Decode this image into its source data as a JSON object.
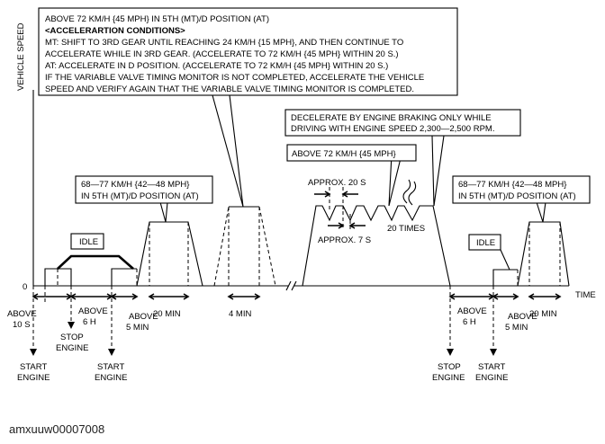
{
  "axis": {
    "y_label": "VEHICLE SPEED",
    "x_label": "TIME",
    "origin": "0"
  },
  "top_box": {
    "line1": "ABOVE 72 KM/H {45 MPH} IN 5TH (MT)/D POSITION (AT)",
    "heading": "<ACCELERARTION CONDITIONS>",
    "line2": "MT: SHIFT TO 3RD GEAR UNTIL REACHING 24 KM/H {15 MPH}, AND THEN CONTINUE TO",
    "line3": "ACCELERATE WHILE IN 3RD GEAR. (ACCELERATE TO 72 KM/H {45 MPH} WITHIN 20 S.)",
    "line4": "AT: ACCELERATE IN D POSITION. (ACCELERATE TO 72 KM/H {45 MPH} WITHIN 20 S.)",
    "line5": "IF THE VARIABLE VALVE TIMING MONITOR IS NOT COMPLETED, ACCELERATE THE VEHICLE",
    "line6": "SPEED AND VERIFY AGAIN THAT THE VARIABLE VALVE TIMING MONITOR IS COMPLETED."
  },
  "decel_box": {
    "line1": "DECELERATE BY ENGINE BRAKING ONLY WHILE",
    "line2": "DRIVING WITH ENGINE SPEED 2,300—2,500 RPM."
  },
  "above72_box": "ABOVE 72 KM/H {45 MPH}",
  "speed_box_left": {
    "line1": "68—77 KM/H {42—48 MPH}",
    "line2": "IN 5TH (MT)/D POSITION (AT)"
  },
  "speed_box_right": {
    "line1": "68—77 KM/H {42—48 MPH}",
    "line2": "IN 5TH (MT)/D POSITION (AT)"
  },
  "idle_left": "IDLE",
  "idle_right": "IDLE",
  "approx_20s": "APPROX. 20 S",
  "approx_7s": "APPROX. 7 S",
  "times_20": "20 TIMES",
  "durations": {
    "above_10s_1": "ABOVE",
    "above_10s_2": "10 S",
    "above_6h_1": "ABOVE",
    "above_6h_2": "6 H",
    "above_5min_1": "ABOVE",
    "above_5min_2": "5 MIN",
    "min20": "20 MIN",
    "min4": "4 MIN",
    "above_6h_r1": "ABOVE",
    "above_6h_r2": "6 H",
    "above_5min_r1": "ABOVE",
    "above_5min_r2": "5 MIN",
    "min20_r": "20 MIN"
  },
  "events": {
    "start_engine_1": "START",
    "start_engine_2": "ENGINE",
    "stop_engine_1": "STOP",
    "stop_engine_2": "ENGINE",
    "start2_1": "START",
    "start2_2": "ENGINE",
    "stop_r1": "STOP",
    "stop_r2": "ENGINE",
    "start_r1": "START",
    "start_r2": "ENGINE"
  },
  "figure_code": "amxuuw00007008"
}
